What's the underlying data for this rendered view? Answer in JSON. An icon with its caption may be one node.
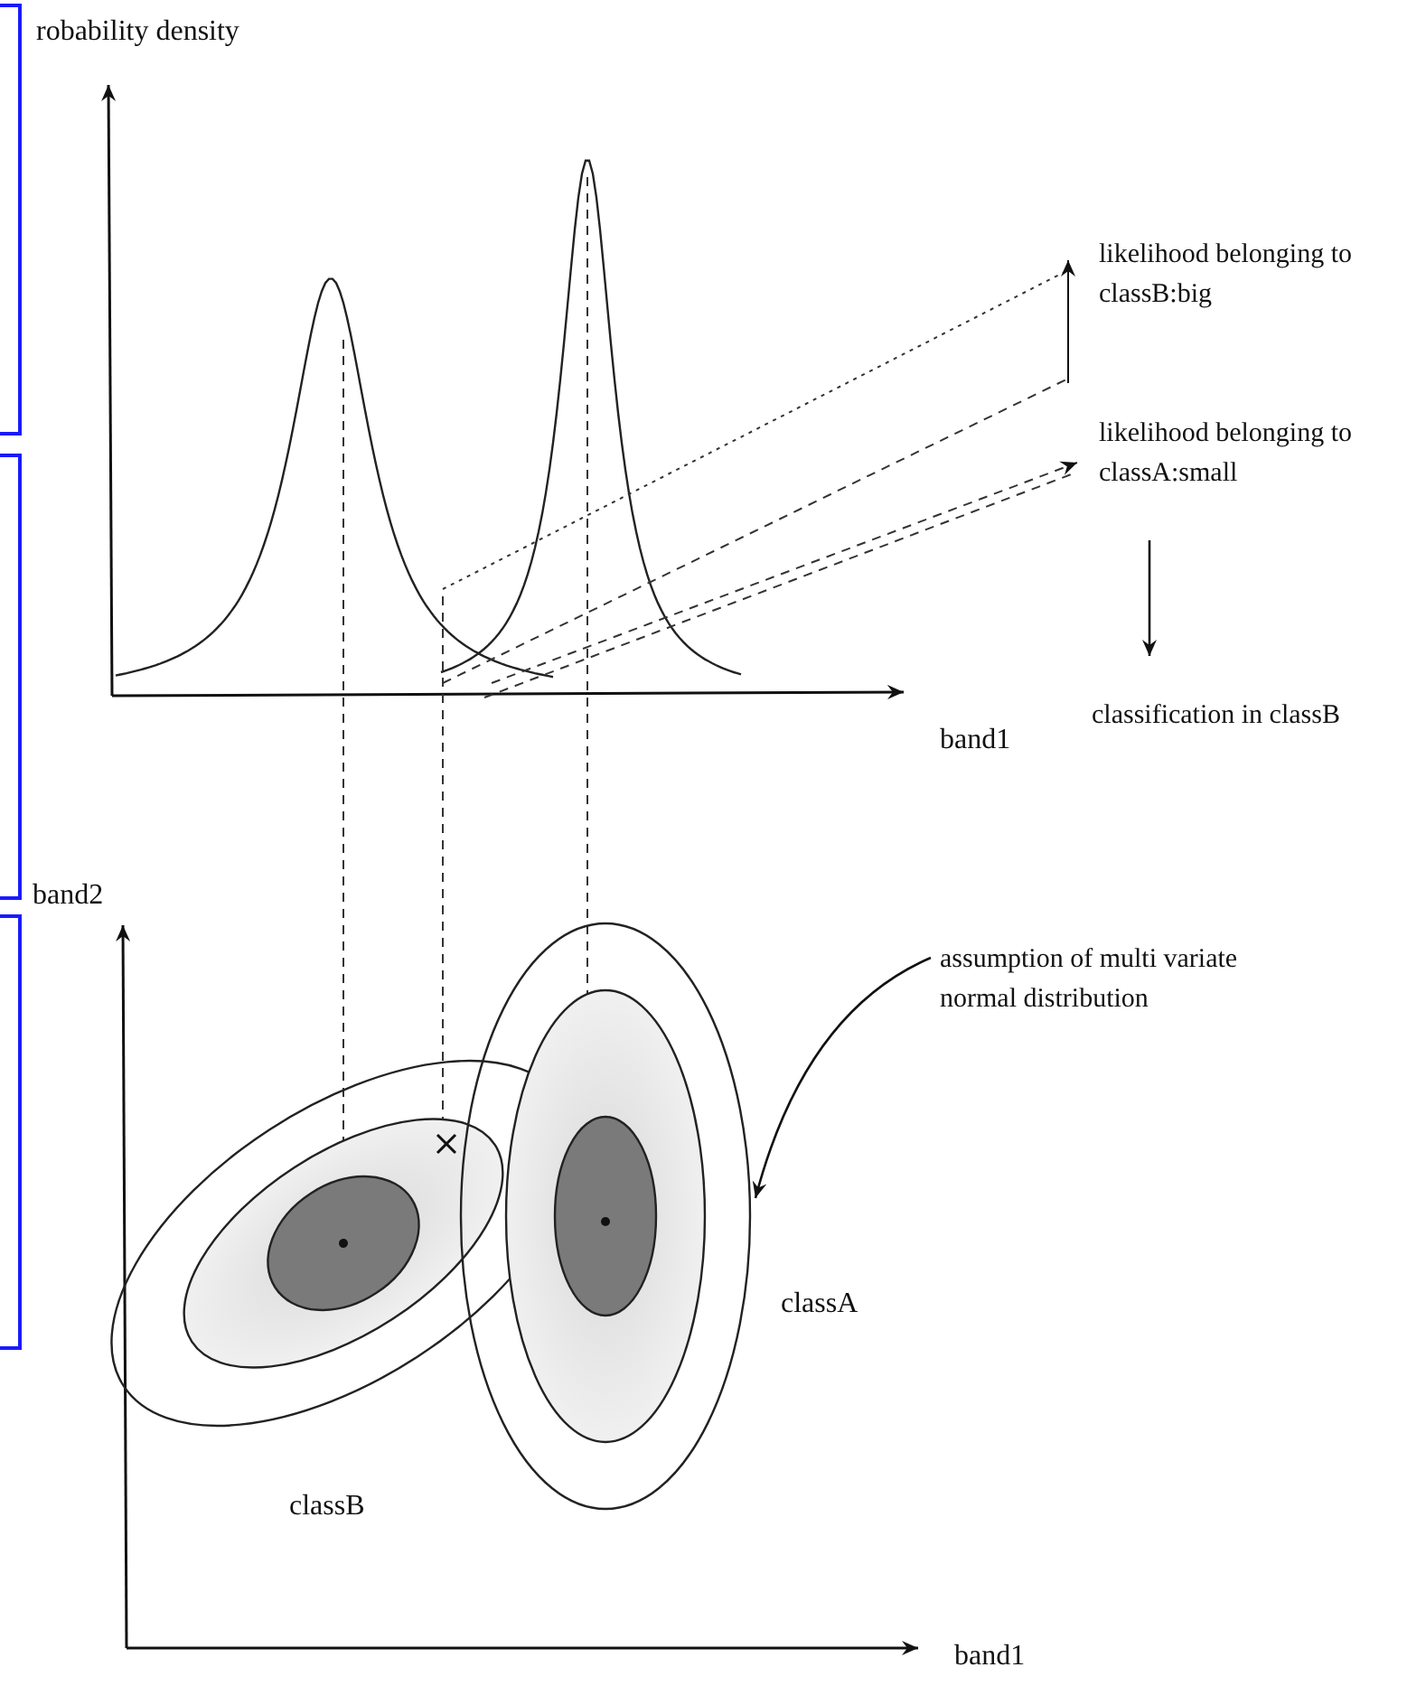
{
  "diagram": {
    "nodes": [
      {
        "text": [
          "likelihood belonging to classB:big"
        ]
      },
      {
        "text": [
          "likelihood belonging to classA:small"
        ]
      },
      {
        "text": [
          "classification in classB"
        ]
      },
      {
        "text": [
          "assumption of multi variate normal distribution"
        ]
      },
      {
        "text": [],
        "shape": "ellipse"
      }
    ],
    "edges": [
      {
        "from": 1,
        "to": 2,
        "arrow": "to"
      },
      {
        "from": 3,
        "to": 4,
        "arrow": "to"
      }
    ],
    "labels": [
      "robability density",
      "band1",
      "band2",
      "classB",
      "classA",
      "band1"
    ]
  }
}
